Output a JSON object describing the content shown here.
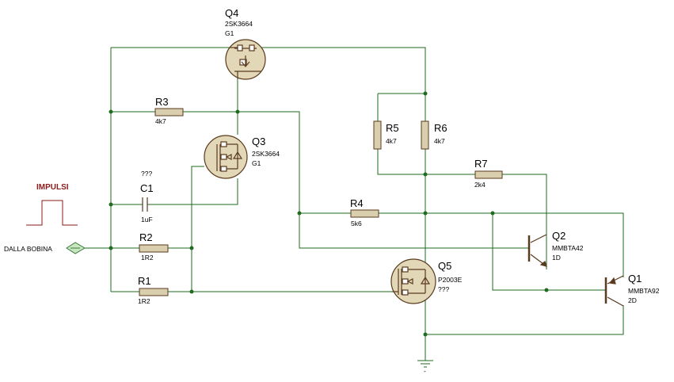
{
  "q4": {
    "ref": "Q4",
    "part": "2SK3664",
    "value": "G1"
  },
  "q3": {
    "ref": "Q3",
    "part": "2SK3664",
    "value": "G1"
  },
  "q5": {
    "ref": "Q5",
    "part": "P2003E",
    "value": "???"
  },
  "q2": {
    "ref": "Q2",
    "part": "MMBTA42",
    "value": "1D"
  },
  "q1": {
    "ref": "Q1",
    "part": "MMBTA92",
    "value": "2D"
  },
  "r1": {
    "ref": "R1",
    "value": "1R2"
  },
  "r2": {
    "ref": "R2",
    "value": "1R2"
  },
  "r3": {
    "ref": "R3",
    "value": "4k7"
  },
  "r4": {
    "ref": "R4",
    "value": "5k6"
  },
  "r5": {
    "ref": "R5",
    "value": "4k7"
  },
  "r6": {
    "ref": "R6",
    "value": "4k7"
  },
  "r7": {
    "ref": "R7",
    "value": "2k4"
  },
  "c1": {
    "ref": "C1",
    "value": "1uF",
    "note": "???"
  },
  "input_label": "DALLA BOBINA",
  "pulse_label": "IMPULSI",
  "ground_label": "-"
}
